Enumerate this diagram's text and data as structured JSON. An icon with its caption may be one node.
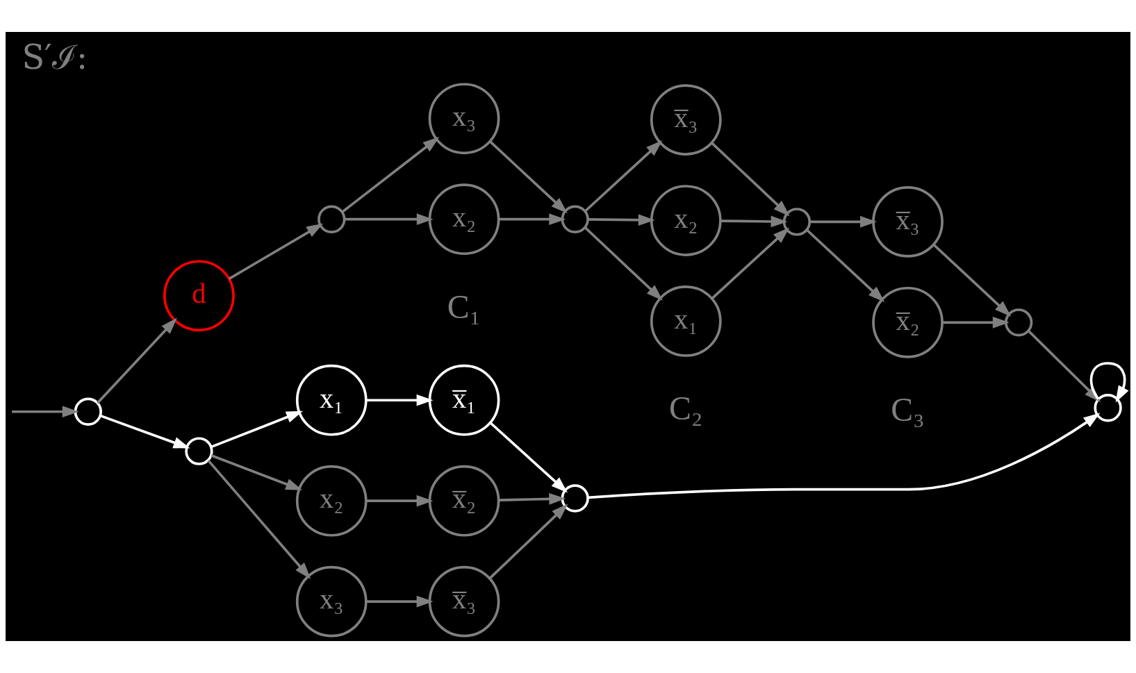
{
  "diagram": {
    "title": "S′ℐ:",
    "nodes": [
      {
        "text": [
          "d"
        ]
      },
      {
        "text": [],
        "shape": "circle"
      },
      {
        "text": [
          "x₃"
        ]
      },
      {
        "text": [
          "x₂"
        ]
      },
      {
        "text": [],
        "shape": "circle"
      },
      {
        "text": [
          "x̅₃"
        ]
      },
      {
        "text": [
          "x₂"
        ]
      },
      {
        "text": [
          "x₁"
        ]
      },
      {
        "text": [],
        "shape": "circle"
      },
      {
        "text": [
          "x̅₃"
        ]
      },
      {
        "text": [
          "x̅₂"
        ]
      },
      {
        "text": [],
        "shape": "circle"
      },
      {
        "text": [],
        "shape": "circle"
      },
      {
        "text": [],
        "shape": "circle"
      },
      {
        "text": [],
        "shape": "circle"
      },
      {
        "text": [
          "x₁"
        ]
      },
      {
        "text": [
          "x̅₁"
        ]
      },
      {
        "text": [
          "x₂"
        ]
      },
      {
        "text": [
          "x̅₂"
        ]
      },
      {
        "text": [
          "x₃"
        ]
      },
      {
        "text": [
          "x̅₃"
        ]
      },
      {
        "text": [],
        "shape": "circle"
      }
    ],
    "edges": [
      {
        "from": null,
        "to": 12,
        "arrow": "to"
      },
      {
        "from": 12,
        "to": 0,
        "arrow": "to"
      },
      {
        "from": 0,
        "to": 1,
        "arrow": "to"
      },
      {
        "from": 1,
        "to": 2,
        "arrow": "to"
      },
      {
        "from": 1,
        "to": 3,
        "arrow": "to"
      },
      {
        "from": 2,
        "to": 4,
        "arrow": "to"
      },
      {
        "from": 3,
        "to": 4,
        "arrow": "to"
      },
      {
        "from": 4,
        "to": 5,
        "arrow": "to"
      },
      {
        "from": 4,
        "to": 6,
        "arrow": "to"
      },
      {
        "from": 4,
        "to": 7,
        "arrow": "to"
      },
      {
        "from": 5,
        "to": 8,
        "arrow": "to"
      },
      {
        "from": 6,
        "to": 8,
        "arrow": "to"
      },
      {
        "from": 7,
        "to": 8,
        "arrow": "to"
      },
      {
        "from": 8,
        "to": 9,
        "arrow": "to"
      },
      {
        "from": 8,
        "to": 10,
        "arrow": "to"
      },
      {
        "from": 9,
        "to": 11,
        "arrow": "to"
      },
      {
        "from": 10,
        "to": 11,
        "arrow": "to"
      },
      {
        "from": 11,
        "to": 13,
        "arrow": "to"
      },
      {
        "from": 12,
        "to": 14,
        "arrow": "to",
        "color": "#ffffff"
      },
      {
        "from": 14,
        "to": 15,
        "arrow": "to",
        "color": "#ffffff"
      },
      {
        "from": 14,
        "to": 17,
        "arrow": "to"
      },
      {
        "from": 14,
        "to": 19,
        "arrow": "to"
      },
      {
        "from": 15,
        "to": 16,
        "arrow": "to",
        "color": "#ffffff"
      },
      {
        "from": 17,
        "to": 18,
        "arrow": "to"
      },
      {
        "from": 19,
        "to": 20,
        "arrow": "to"
      },
      {
        "from": 16,
        "to": 21,
        "arrow": "to",
        "color": "#ffffff"
      },
      {
        "from": 18,
        "to": 21,
        "arrow": "to"
      },
      {
        "from": 20,
        "to": 21,
        "arrow": "to"
      },
      {
        "from": 21,
        "to": 13,
        "arrow": "to",
        "color": "#ffffff"
      },
      {
        "from": 13,
        "to": 13,
        "arrow": "to",
        "color": "#ffffff"
      }
    ],
    "labels": [
      "C₁",
      "C₂",
      "C₃"
    ]
  }
}
